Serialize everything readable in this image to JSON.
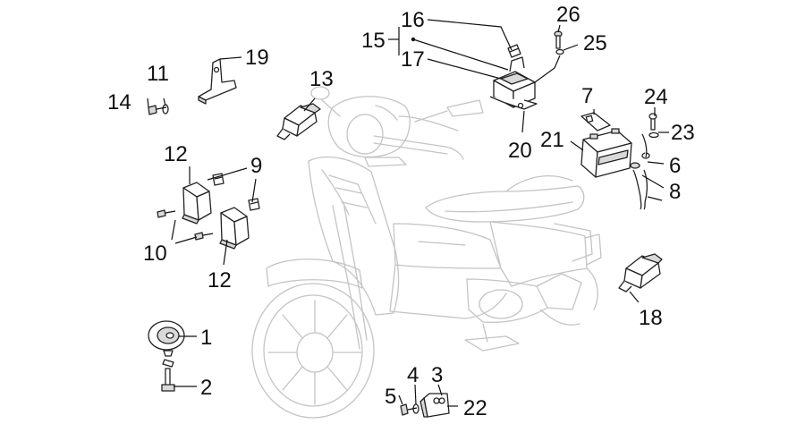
{
  "diagram": {
    "callouts": [
      "1",
      "2",
      "3",
      "4",
      "5",
      "6",
      "7",
      "8",
      "9",
      "10",
      "11",
      "12",
      "12",
      "13",
      "14",
      "15",
      "16",
      "17",
      "18",
      "19",
      "20",
      "21",
      "22",
      "23",
      "24",
      "25",
      "26"
    ]
  }
}
